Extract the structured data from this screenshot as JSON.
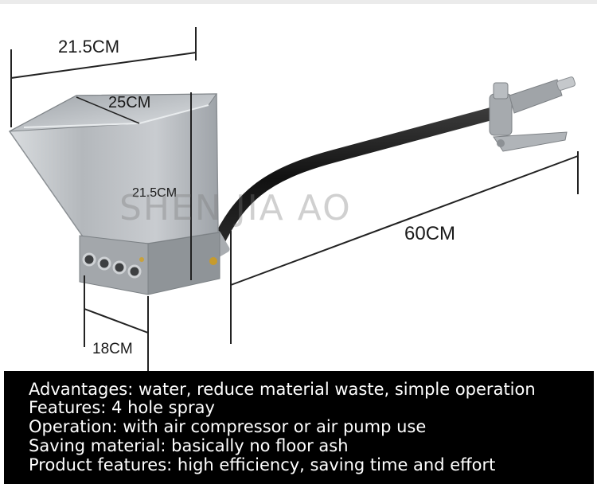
{
  "dimensions": {
    "top_width": "21.5CM",
    "depth": "25CM",
    "height": "21.5CM",
    "length": "60CM",
    "base_width": "18CM"
  },
  "watermark": "SHEN JIA AO",
  "features": [
    "Advantages: water, reduce material waste, simple operation",
    "Features: 4 hole spray",
    "Operation: with air compressor or air pump use",
    "Saving material: basically no floor ash",
    "Product features: high efficiency, saving time and effort"
  ],
  "colors": {
    "panel_background": "#000000",
    "panel_text": "#ffffff",
    "hopper_metal": "#b8bcc0",
    "hose": "#1b1b1b",
    "label_text": "#1a1a1a"
  }
}
